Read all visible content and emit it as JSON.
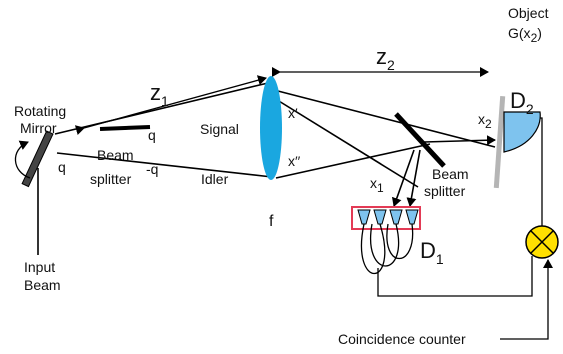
{
  "diagram": {
    "labels": {
      "object_line1": "Object",
      "object_line2_main": "G(x",
      "object_line2_sub": "2",
      "object_line2_end": ")",
      "z1_main": "z",
      "z1_sub": "1",
      "z2_main": "z",
      "z2_sub": "2",
      "rotating": "Rotating",
      "mirror": "Mirror",
      "q_top": "q",
      "q_mirror": "q",
      "minus_q": "-q",
      "signal": "Signal",
      "idler": "Idler",
      "beam1": "Beam",
      "splitter1": "splitter",
      "beam2": "Beam",
      "splitter2": "splitter",
      "x_prime": "x′",
      "x_dprime": "x′′",
      "x2_main": "x",
      "x2_sub": "2",
      "x1_main": "x",
      "x1_sub": "1",
      "f": "f",
      "d2_main": "D",
      "d2_sub": "2",
      "d1_main": "D",
      "d1_sub": "1",
      "input": "Input",
      "beam_in": "Beam",
      "coincidence": "Coincidence counter"
    },
    "colors": {
      "lens": "#1aa7e0",
      "detector_fill": "#7ec3ee",
      "detector_array_border": "#e33a55",
      "counter_fill": "#ffe000",
      "mirror_fill": "#444444",
      "object_plate": "#b5b5b5"
    }
  }
}
